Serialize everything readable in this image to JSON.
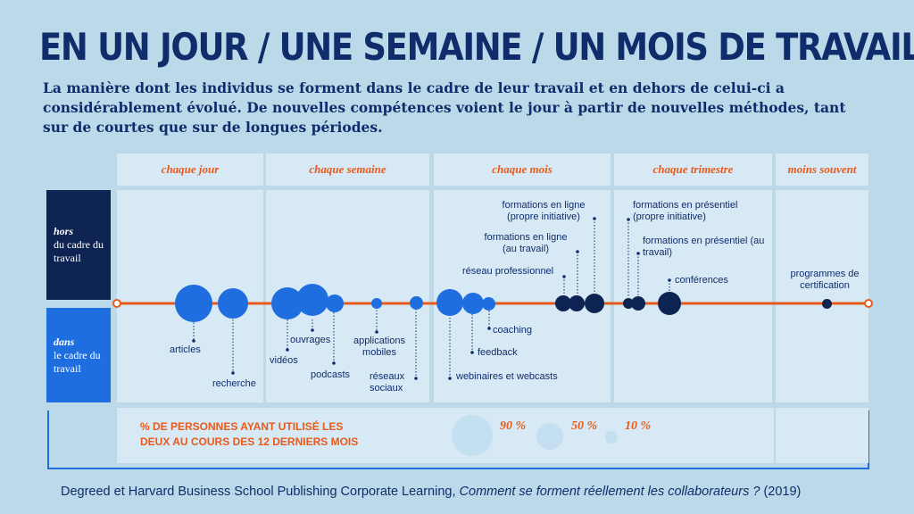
{
  "title": "EN UN JOUR / UNE SEMAINE / UN MOIS DE TRAVAIL",
  "subtitle": "La manière dont les individus se forment dans le cadre de leur travail et en dehors de celui-ci a considérablement évolué. De nouvelles compétences voient le jour à partir de nouvelles méthodes, tant sur de courtes que sur de longues périodes.",
  "columns": [
    "chaque jour",
    "chaque semaine",
    "chaque mois",
    "chaque trimestre",
    "moins souvent"
  ],
  "rows": {
    "outside": {
      "emph": "hors",
      "rest": "du cadre du travail"
    },
    "inside": {
      "emph": "dans",
      "rest": "le cadre du travail"
    }
  },
  "items": {
    "articles": "articles",
    "recherche": "recherche",
    "videos": "vidéos",
    "ouvrages": "ouvrages",
    "podcasts": "podcasts",
    "applications": "applications mobiles",
    "reseaux": "réseaux sociaux",
    "webinaires": "webinaires et webcasts",
    "feedback": "feedback",
    "coaching": "coaching",
    "reseau_pro": "réseau professionnel",
    "fl_travail": "formations en ligne (au travail)",
    "fl_propre": "formations en ligne (propre initiative)",
    "fp_propre": "formations en présentiel (propre initiative)",
    "fp_travail": "formations en présentiel (au travail)",
    "conferences": "conférences",
    "certification": "programmes de certification"
  },
  "legend": {
    "title_line1": "% DE PERSONNES AYANT UTILISÉ LES",
    "title_line2": "DEUX AU COURS DES 12 DERNIERS MOIS",
    "levels": [
      "90 %",
      "50 %",
      "10 %"
    ]
  },
  "source": {
    "prefix": "Degreed et Harvard Business School Publishing Corporate Learning, ",
    "title": "Comment se forment réellement les collaborateurs ?",
    "suffix": " (2019)"
  },
  "colors": {
    "background": "#bcd9ea",
    "panel": "#d7e9f4",
    "navy": "#0f2d6b",
    "dark_bubble": "#0d2352",
    "blue_bubble": "#1f6ee0",
    "orange": "#e85a1b",
    "legend_bubble": "#c3dff0"
  }
}
